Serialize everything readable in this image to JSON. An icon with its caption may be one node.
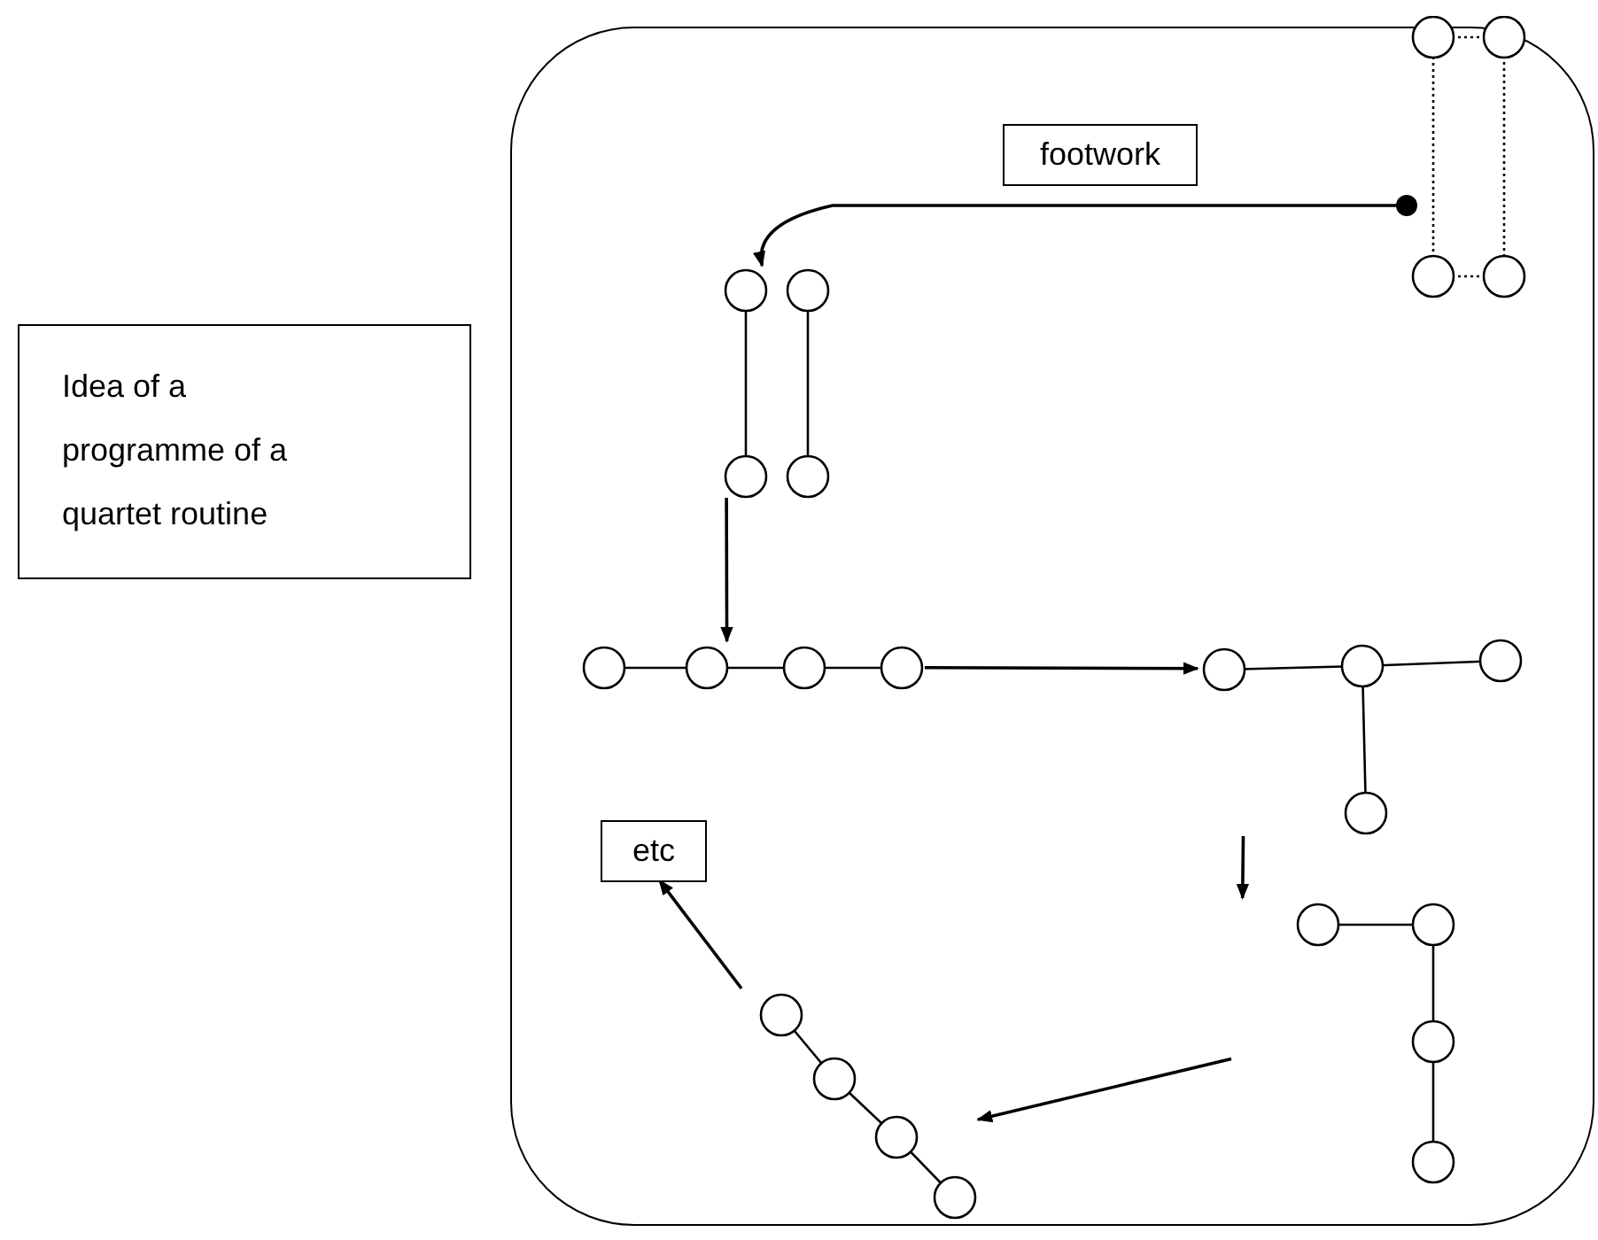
{
  "diagram": {
    "nodes": [
      {
        "text": [],
        "shape": "box"
      },
      {
        "text": [
          "Idea of a programme of a quartet routine"
        ]
      },
      {
        "text": [
          "footwork"
        ],
        "in": 0
      },
      {
        "text": [],
        "shape": "picture",
        "in": 0
      },
      {
        "text": [],
        "shape": "picture",
        "in": 0
      },
      {
        "text": [],
        "shape": "picture",
        "in": 0
      },
      {
        "text": [],
        "shape": "picture",
        "in": 0
      },
      {
        "text": [],
        "shape": "picture",
        "in": 0
      },
      {
        "text": [],
        "shape": "picture",
        "in": 0
      },
      {
        "text": [
          "etc"
        ],
        "in": 0
      }
    ],
    "edges": [
      {
        "from": 3,
        "to": 4,
        "arrow": "to"
      },
      {
        "from": 4,
        "to": 5,
        "arrow": "to"
      },
      {
        "from": 5,
        "to": 6,
        "arrow": "to"
      },
      {
        "from": 6,
        "to": 7,
        "arrow": "to"
      },
      {
        "from": 7,
        "to": 8,
        "arrow": "to"
      },
      {
        "from": 8,
        "to": 9,
        "arrow": "to"
      }
    ]
  }
}
